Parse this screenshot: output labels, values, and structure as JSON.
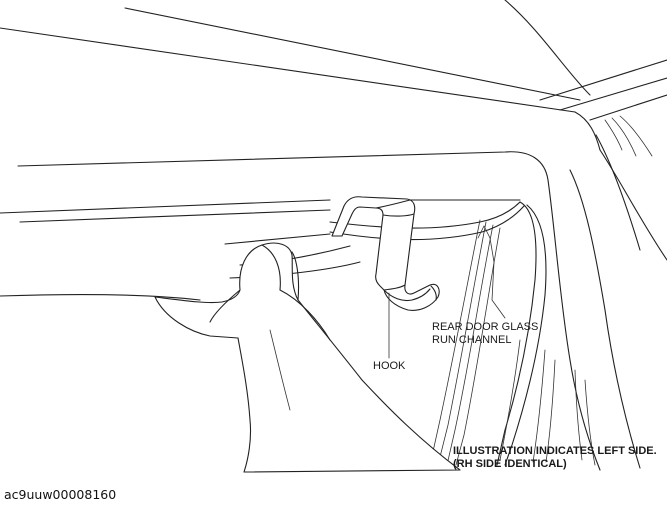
{
  "labels": {
    "hook": "HOOK",
    "channel_line1": "REAR DOOR GLASS",
    "channel_line2": "RUN CHANNEL",
    "note_line1": "ILLUSTRATION INDICATES LEFT SIDE.",
    "note_line2": "(RH SIDE IDENTICAL)"
  },
  "caption": "ac9uuw00008160",
  "colors": {
    "line": "#222222",
    "background": "#ffffff"
  }
}
